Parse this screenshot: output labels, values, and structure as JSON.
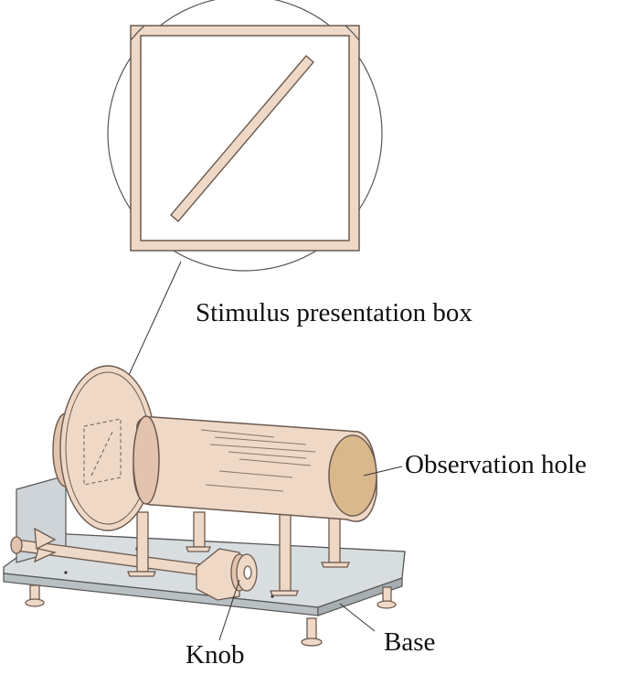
{
  "labels": {
    "stimulus_box": "Stimulus presentation box",
    "observation_hole": "Observation hole",
    "knob": "Knob",
    "base": "Base"
  },
  "colors": {
    "wood": "#efd8c6",
    "wood_dark": "#e2c3ad",
    "hole": "#d9b98c",
    "base_plate": "#d8dde0",
    "stroke": "#6b5a4f",
    "leader": "#333333"
  }
}
